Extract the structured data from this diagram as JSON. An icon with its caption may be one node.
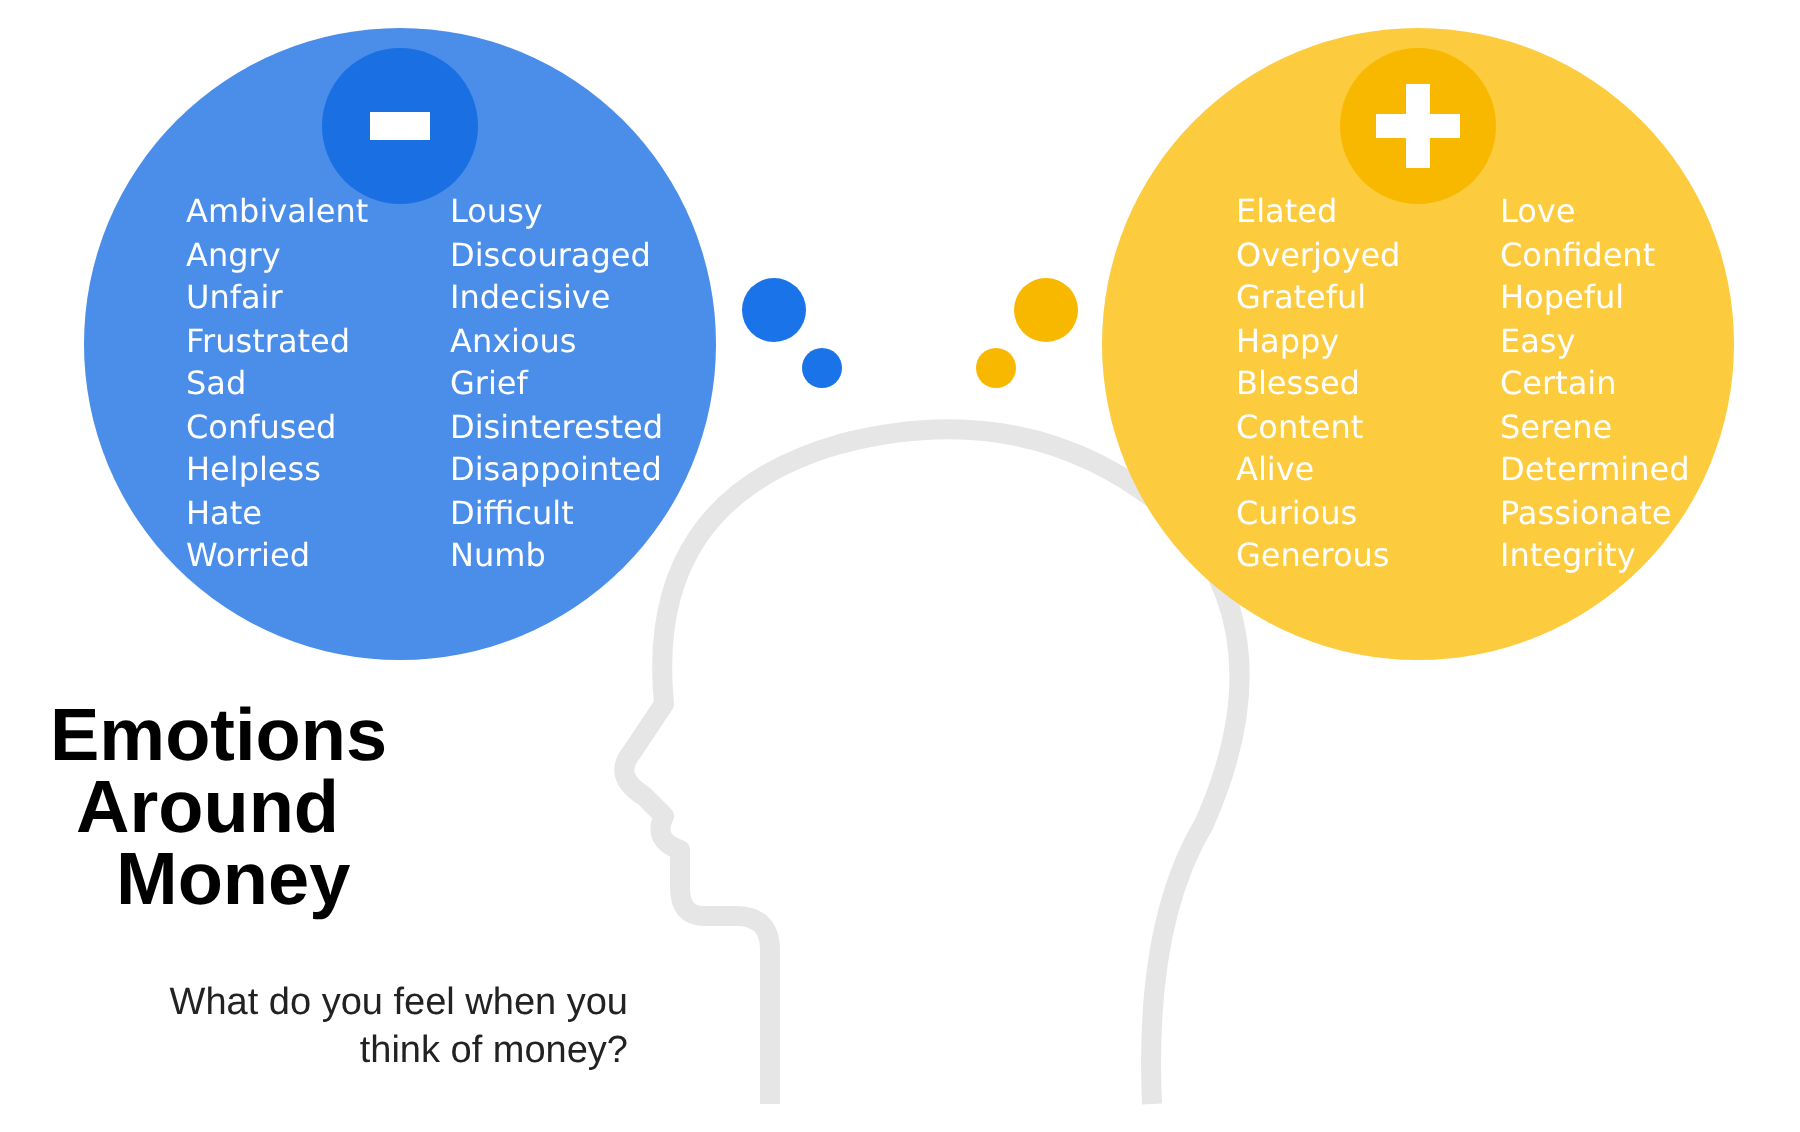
{
  "diagram": {
    "title": "Emotions Around Money",
    "caption": "What do you feel when you think of money?",
    "nodes": [
      {
        "text": [
          "Ambivalent",
          "Angry",
          "Unfair",
          "Frustrated",
          "Sad",
          "Confused",
          "Helpless",
          "Hate",
          "Worried",
          "Lousy",
          "Discouraged",
          "Indecisive",
          "Anxious",
          "Grief",
          "Disinterested",
          "Disappointed",
          "Difficult",
          "Numb"
        ]
      },
      {
        "text": [
          "Elated",
          "Overjoyed",
          "Grateful",
          "Happy",
          "Blessed",
          "Content",
          "Alive",
          "Curious",
          "Generous",
          "Love",
          "Confident",
          "Hopeful",
          "Easy",
          "Certain",
          "Serene",
          "Determined",
          "Passionate",
          "Integrity"
        ]
      }
    ]
  }
}
